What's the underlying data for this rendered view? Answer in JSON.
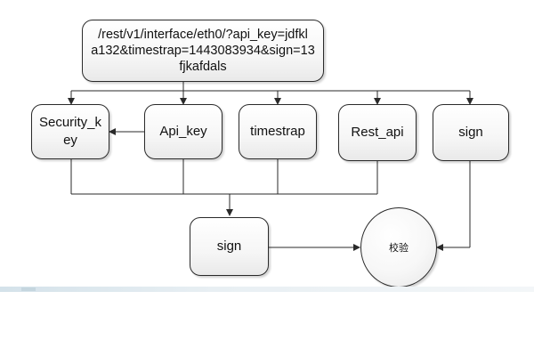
{
  "diagram": {
    "url_node": {
      "line1": "/rest/v1/interface/eth0/?api_key=jdfkl",
      "line2": "a132&timestrap=1443083934&sign=13",
      "line3": "fjkafdals"
    },
    "nodes": {
      "security_key_line1": "Security_k",
      "security_key_line2": "ey",
      "api_key": "Api_key",
      "timestrap": "timestrap",
      "rest_api": "Rest_api",
      "sign_top": "sign",
      "sign_bottom": "sign",
      "verify": "校验"
    },
    "colors": {
      "line": "#2a2a2a",
      "box_border": "#2a2a2a",
      "box_fill": "#f6f6f6",
      "strip": "#d4e2ea"
    }
  }
}
